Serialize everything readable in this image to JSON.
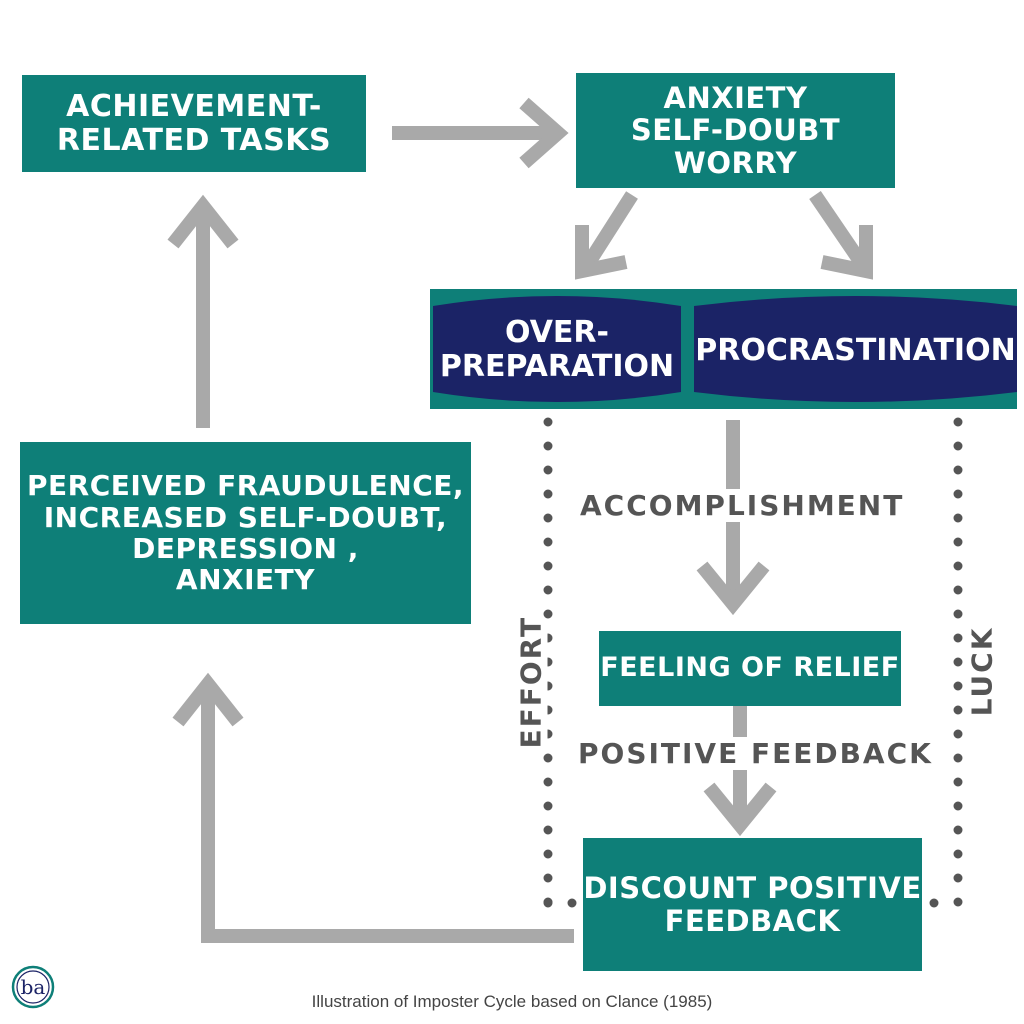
{
  "boxes": {
    "tasks": [
      "ACHIEVEMENT-",
      "RELATED TASKS"
    ],
    "anxiety": [
      "ANXIETY",
      "SELF-DOUBT",
      "WORRY"
    ],
    "overprep": [
      "OVER-",
      "PREPARATION"
    ],
    "procrastination": [
      "PROCRASTINATION"
    ],
    "fraudulence": [
      "PERCEIVED FRAUDULENCE,",
      "INCREASED SELF-DOUBT,",
      "DEPRESSION ,",
      "ANXIETY"
    ],
    "relief": [
      "FEELING OF RELIEF"
    ],
    "discount": [
      "DISCOUNT POSITIVE",
      "FEEDBACK"
    ]
  },
  "labels": {
    "accomplishment": "ACCOMPLISHMENT",
    "positive_feedback": "POSITIVE FEEDBACK",
    "effort": "EFFORT",
    "luck": "LUCK"
  },
  "caption": "Illustration of Imposter Cycle based on Clance (1985)",
  "logo_letters": "ba",
  "colors": {
    "teal": "#0e7f78",
    "navy": "#1b2366",
    "arrow_gray": "#a9a9a9",
    "dot_gray": "#555555"
  }
}
